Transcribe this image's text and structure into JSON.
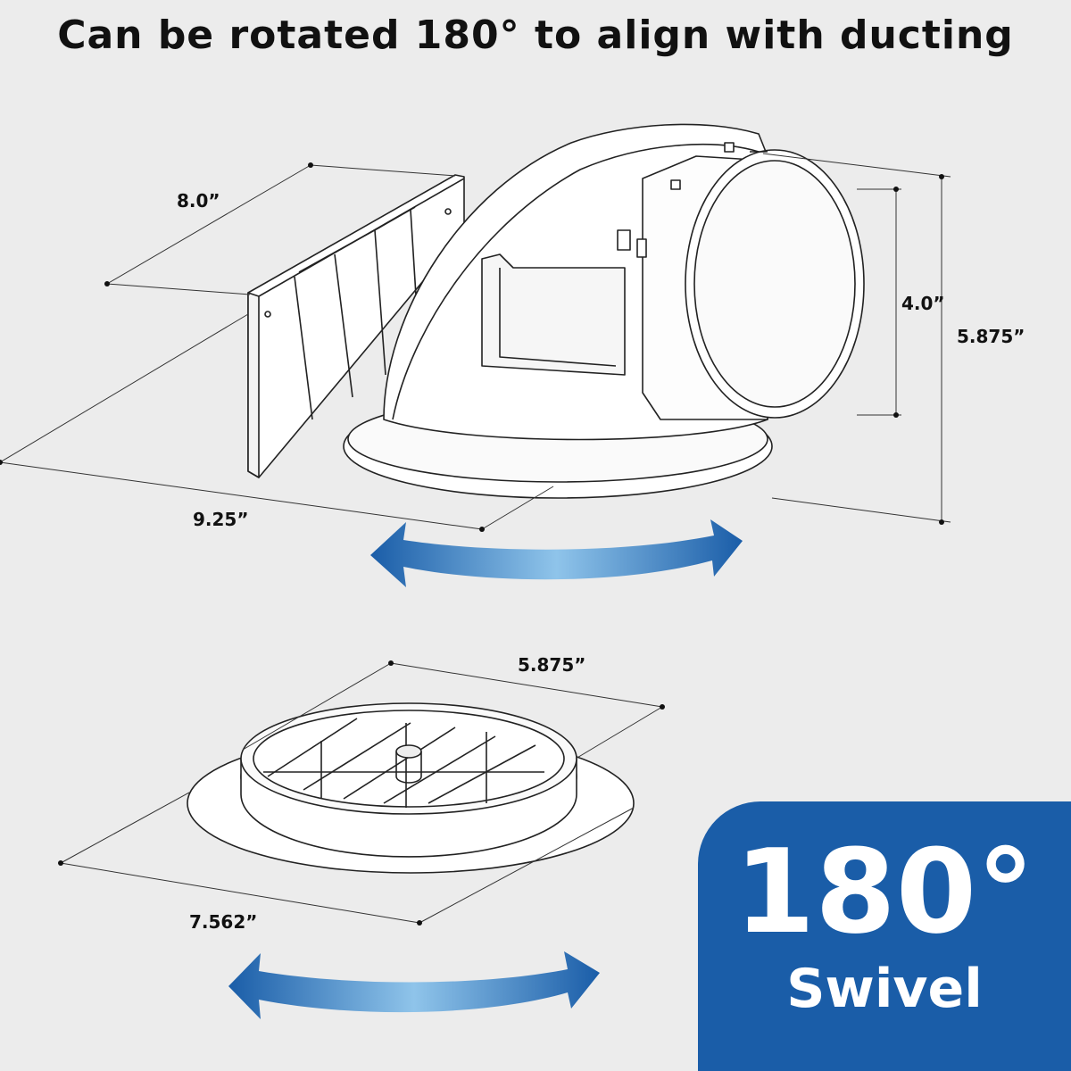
{
  "title": "Can be rotated 180° to align with ducting",
  "dimensions": {
    "depth": "8.0”",
    "width": "9.25”",
    "duct_diameter": "4.0”",
    "height": "5.875”",
    "grille_diameter": "5.875”",
    "flange_diameter": "7.562”"
  },
  "badge": {
    "angle": "180°",
    "label": "Swivel"
  },
  "colors": {
    "arrow_dark": "#1a5da8",
    "arrow_light": "#8fc4ea",
    "badge_bg": "#1a5da8",
    "background": "#ececec"
  }
}
